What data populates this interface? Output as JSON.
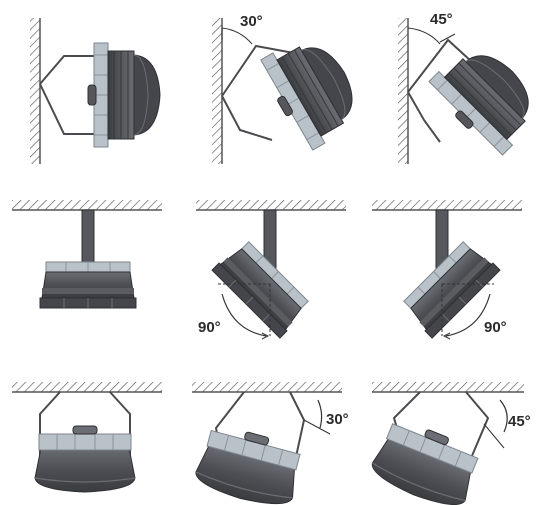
{
  "colors": {
    "housing": "#4e5055",
    "housing_dark": "#3a3c40",
    "rim": "#6f7278",
    "lens": "#b9c1c9",
    "bracket": "#4a4b4f",
    "hatch": "#555555",
    "text": "#2b2b2b"
  },
  "icons": [
    "wall-hatch-icon",
    "ceiling-hatch-icon",
    "angle-arc-icon",
    "light-fixture-icon"
  ],
  "labels": {
    "wall_30": "30°",
    "wall_45": "45°",
    "pendant_left_90": "90°",
    "pendant_right_90": "90°",
    "ceiling_30": "30°",
    "ceiling_45": "45°"
  }
}
